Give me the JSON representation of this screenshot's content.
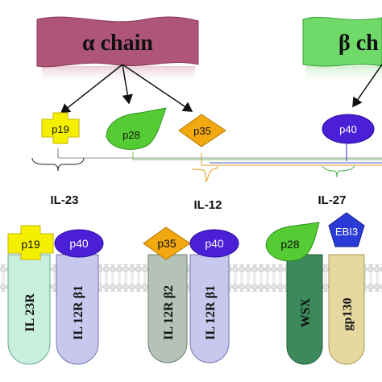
{
  "banners": {
    "alpha": {
      "label": "α chain",
      "color": "#b0557a"
    },
    "beta": {
      "label": "β ch",
      "color": "#6fd96a"
    }
  },
  "subunits_top": {
    "p19": "p19",
    "p28": "p28",
    "p35": "p35",
    "p40": "p40"
  },
  "cytokines": {
    "il23": "IL-23",
    "il12": "IL-12",
    "il27": "IL-27"
  },
  "complexes": {
    "il23": {
      "left": "p19",
      "right": "p40"
    },
    "il12": {
      "left": "p35",
      "right": "p40"
    },
    "il27": {
      "left": "p28",
      "right": "EBI3"
    }
  },
  "receptors": {
    "il23r": "IL 23R",
    "il12rb1_a": "IL 12R β1",
    "il12rb2": "IL 12R β2",
    "il12rb1_b": "IL 12R β1",
    "wsx": "WSX",
    "gp130": "gp130"
  },
  "colors": {
    "p19": "#f5f000",
    "p28": "#55cc33",
    "p35": "#f2a810",
    "p40": "#4a1fd6",
    "ebi3": "#2a3bd6",
    "il23r": "#c8eedd",
    "il12rb1": "#c8c8ee",
    "il12rb2": "#b4c2b8",
    "wsx": "#3c8a5c",
    "gp130": "#e6d9a0"
  }
}
